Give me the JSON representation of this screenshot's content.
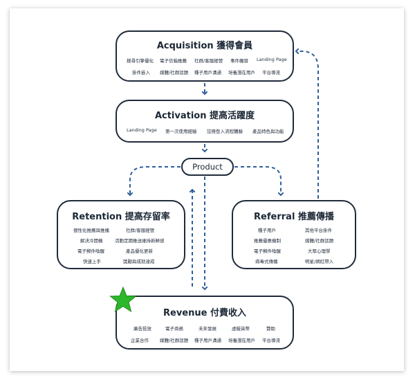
{
  "acquisition": {
    "title": "Acquisition 獲得會員",
    "row1": [
      "搜尋引擎優化",
      "電子信箱推薦",
      "社群/客服經營",
      "事件觸發",
      "Landing Page"
    ],
    "row2": [
      "掛件嵌入",
      "媒體/社群話題",
      "種子用戶溝通",
      "培養潛在用戶",
      "平台導流"
    ]
  },
  "activation": {
    "title": "Activation 提高活躍度",
    "row1": [
      "Landing Page",
      "第一次使用經驗",
      "註冊登入流程體驗",
      "產品特色與功能"
    ]
  },
  "product": {
    "label": "Product"
  },
  "retention": {
    "title": "Retention 提高存留率",
    "rows": [
      [
        "個性化推薦與推播",
        "社群/客服經營"
      ],
      [
        "解決冷開機",
        "活動定期推送維持新鮮感"
      ],
      [
        "電子郵件喚醒",
        "產品優化更新"
      ],
      [
        "快速上手",
        "獎勵與成就達成"
      ]
    ]
  },
  "referral": {
    "title": "Referral 推薦傳播",
    "rows": [
      [
        "種子用戶",
        "其他平台掛件"
      ],
      [
        "推薦優惠機制",
        "媒體/社群話題"
      ],
      [
        "電子郵件喚醒",
        "大眾心理學"
      ],
      [
        "病毒式傳播",
        "明星/網紅帶入"
      ]
    ]
  },
  "revenue": {
    "title": "Revenue 付費收入",
    "row1": [
      "廣告投放",
      "電子商務",
      "未來發展",
      "虛擬貨幣",
      "贊助"
    ],
    "row2": [
      "企業合作",
      "媒體/社群話題",
      "種子用戶溝通",
      "培養潛在用戶",
      "平台導流"
    ]
  },
  "colors": {
    "arrow": "#2e5f9b",
    "border": "#1e2a3a",
    "star": "#2db82b",
    "star_stroke": "#1c8a1c"
  }
}
